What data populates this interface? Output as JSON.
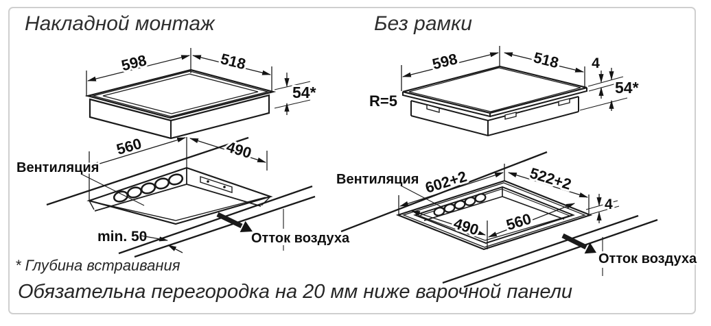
{
  "panels": {
    "left": {
      "title": "Накладной монтаж",
      "top_view": {
        "width_mm": "598",
        "depth_mm": "518",
        "height_mm": "54*"
      },
      "cutout_view": {
        "cut_width_mm": "560",
        "cut_depth_mm": "490",
        "ventilation": "Вентиляция",
        "min_clearance": "min. 50",
        "airflow": "Отток воздуха"
      }
    },
    "right": {
      "title": "Без рамки",
      "top_view": {
        "width_mm": "598",
        "depth_mm": "518",
        "glass_thickness_mm": "4",
        "height_mm": "54*",
        "corner_radius": "R=5"
      },
      "cutout_view": {
        "outer_width_mm": "602+2",
        "outer_depth_mm": "522+2",
        "ledge_depth_mm": "4",
        "inner_depth_mm": "490",
        "inner_width_mm": "560",
        "ventilation": "Вентиляция",
        "airflow": "Отток воздуха"
      }
    }
  },
  "footnotes": {
    "depth_note": "* Глубина встраивания",
    "partition_note": "Обязательна перегородка на 20 мм ниже варочной панели"
  },
  "colors": {
    "line": "#1a1a1a",
    "border": "#cfcfcf",
    "background": "#ffffff"
  }
}
